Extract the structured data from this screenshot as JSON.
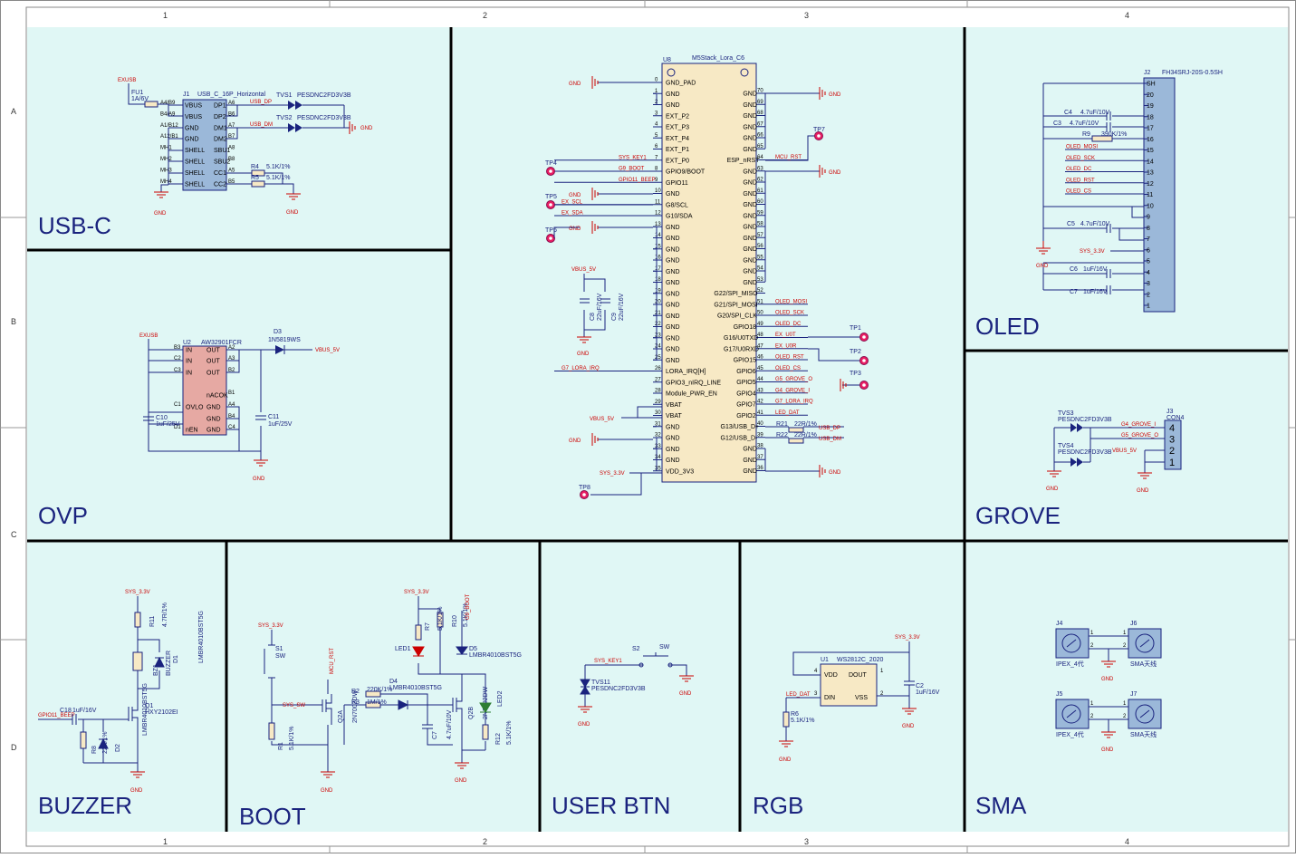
{
  "frame": {
    "columns": [
      "1",
      "2",
      "3",
      "4"
    ],
    "rows": [
      "A",
      "B",
      "C",
      "D"
    ],
    "panel_fill": "#e0f7f5",
    "line_color": "#1a237e",
    "label_color": "#1a237e",
    "net_color": "#cc0000",
    "part_fill": "#f7e9c5",
    "conn_fill": "#9bb8d9",
    "ic_fill": "#e6a9a3"
  },
  "blocks": {
    "usbc": "USB-C",
    "ovp": "OVP",
    "oled": "OLED",
    "grove": "GROVE",
    "buzzer": "BUZZER",
    "boot": "BOOT",
    "userbtn": "USER BTN",
    "rgb": "RGB",
    "sma": "SMA"
  },
  "usbc": {
    "j1_ref": "J1",
    "j1_name": "USB_C_16P_Horizontal",
    "fuse_ref": "FU1",
    "fuse_val": "1A/6V",
    "exusb": "EXUSB",
    "left_nums": [
      "A4/B9",
      "B4/A9",
      "A1/B12",
      "A12/B1",
      "MH1",
      "MH2",
      "MH3",
      "MH4"
    ],
    "left_pins": [
      "VBUS",
      "VBUS",
      "GND",
      "GND",
      "SHELL",
      "SHELL",
      "SHELL",
      "SHELL"
    ],
    "right_nums": [
      "A6",
      "B6",
      "A7",
      "B7",
      "A8",
      "B8",
      "A5",
      "B5"
    ],
    "right_pins": [
      "DP1",
      "DP2",
      "DM1",
      "DM2",
      "SBU1",
      "SBU2",
      "CC1",
      "CC2"
    ],
    "usb_dp": "USB_DP",
    "usb_dm": "USB_DM",
    "tvs1": "TVS1",
    "tvs2": "TVS2",
    "tvs_part": "PESDNC2FD3V3B",
    "r4": "R4",
    "r5": "R5",
    "r_val": "5.1K/1%",
    "gnd": "GND"
  },
  "ovp": {
    "u2_ref": "U2",
    "u2_name": "AW32901FCR",
    "exusb": "EXUSB",
    "left_nums": [
      "B3",
      "C2",
      "C3",
      "C1",
      "D1"
    ],
    "left_pins": [
      "IN",
      "IN",
      "IN",
      "OVLO",
      "nEN"
    ],
    "right_nums": [
      "A2",
      "A3",
      "B2",
      "B1",
      "A4",
      "B4",
      "C4"
    ],
    "right_pins": [
      "OUT",
      "OUT",
      "OUT",
      "nACOK",
      "GND",
      "GND",
      "GND"
    ],
    "d3_ref": "D3",
    "d3_part": "1N5819WS",
    "vbus": "VBUS_5V",
    "c10": "C10",
    "c10_val": "1uF/25V",
    "c11": "C11",
    "c11_val": "1uF/25V",
    "gnd": "GND"
  },
  "main": {
    "u8_ref": "U8",
    "u8_name": "M5Stack_Lora_C6",
    "left_pins": [
      {
        "n": "0",
        "name": "GND_PAD",
        "net": ""
      },
      {
        "n": "1",
        "name": "GND",
        "net": ""
      },
      {
        "n": "2",
        "name": "GND",
        "net": ""
      },
      {
        "n": "3",
        "name": "EXT_P2",
        "net": ""
      },
      {
        "n": "4",
        "name": "EXT_P3",
        "net": ""
      },
      {
        "n": "5",
        "name": "EXT_P4",
        "net": ""
      },
      {
        "n": "6",
        "name": "EXT_P1",
        "net": ""
      },
      {
        "n": "7",
        "name": "EXT_P0",
        "net": "SYS_KEY1"
      },
      {
        "n": "8",
        "name": "GPIO9/BOOT",
        "net": "G9_BOOT"
      },
      {
        "n": "9",
        "name": "GPIO11",
        "net": "GPIO11_BEEP"
      },
      {
        "n": "10",
        "name": "GND",
        "net": ""
      },
      {
        "n": "11",
        "name": "G8/SCL",
        "net": "EX_SCL"
      },
      {
        "n": "12",
        "name": "G10/SDA",
        "net": "EX_SDA"
      },
      {
        "n": "13",
        "name": "GND",
        "net": ""
      },
      {
        "n": "14",
        "name": "GND",
        "net": ""
      },
      {
        "n": "15",
        "name": "GND",
        "net": ""
      },
      {
        "n": "16",
        "name": "GND",
        "net": ""
      },
      {
        "n": "17",
        "name": "GND",
        "net": ""
      },
      {
        "n": "18",
        "name": "GND",
        "net": ""
      },
      {
        "n": "19",
        "name": "GND",
        "net": ""
      },
      {
        "n": "20",
        "name": "GND",
        "net": ""
      },
      {
        "n": "21",
        "name": "GND",
        "net": ""
      },
      {
        "n": "22",
        "name": "GND",
        "net": ""
      },
      {
        "n": "23",
        "name": "GND",
        "net": ""
      },
      {
        "n": "24",
        "name": "GND",
        "net": ""
      },
      {
        "n": "25",
        "name": "GND",
        "net": ""
      },
      {
        "n": "26",
        "name": "LORA_IRQ[H]",
        "net": "G7_LORA_IRQ"
      },
      {
        "n": "27",
        "name": "GPIO3_nIRQ_LINE",
        "net": ""
      },
      {
        "n": "28",
        "name": "Module_PWR_EN",
        "net": ""
      },
      {
        "n": "29",
        "name": "VBAT",
        "net": ""
      },
      {
        "n": "30",
        "name": "VBAT",
        "net": ""
      },
      {
        "n": "31",
        "name": "GND",
        "net": ""
      },
      {
        "n": "32",
        "name": "GND",
        "net": ""
      },
      {
        "n": "33",
        "name": "GND",
        "net": ""
      },
      {
        "n": "34",
        "name": "GND",
        "net": ""
      },
      {
        "n": "35",
        "name": "VDD_3V3",
        "net": ""
      }
    ],
    "right_pins": [
      {
        "n": "70",
        "name": "GND",
        "net": ""
      },
      {
        "n": "69",
        "name": "GND",
        "net": ""
      },
      {
        "n": "68",
        "name": "GND",
        "net": ""
      },
      {
        "n": "67",
        "name": "GND",
        "net": ""
      },
      {
        "n": "66",
        "name": "GND",
        "net": ""
      },
      {
        "n": "65",
        "name": "GND",
        "net": ""
      },
      {
        "n": "64",
        "name": "ESP_nRST",
        "net": "MCU_RST"
      },
      {
        "n": "63",
        "name": "GND",
        "net": ""
      },
      {
        "n": "62",
        "name": "GND",
        "net": ""
      },
      {
        "n": "61",
        "name": "GND",
        "net": ""
      },
      {
        "n": "60",
        "name": "GND",
        "net": ""
      },
      {
        "n": "59",
        "name": "GND",
        "net": ""
      },
      {
        "n": "58",
        "name": "GND",
        "net": ""
      },
      {
        "n": "57",
        "name": "GND",
        "net": ""
      },
      {
        "n": "56",
        "name": "GND",
        "net": ""
      },
      {
        "n": "55",
        "name": "GND",
        "net": ""
      },
      {
        "n": "54",
        "name": "GND",
        "net": ""
      },
      {
        "n": "53",
        "name": "GND",
        "net": ""
      },
      {
        "n": "52",
        "name": "G22/SPI_MISO",
        "net": ""
      },
      {
        "n": "51",
        "name": "G21/SPI_MOSI",
        "net": "OLED_MOSI"
      },
      {
        "n": "50",
        "name": "G20/SPI_CLK",
        "net": "OLED_SCK"
      },
      {
        "n": "49",
        "name": "GPIO18",
        "net": "OLED_DC"
      },
      {
        "n": "48",
        "name": "G16/U0TXD",
        "net": "EX_U0T"
      },
      {
        "n": "47",
        "name": "G17/U0RXD",
        "net": "EX_U0R"
      },
      {
        "n": "46",
        "name": "GPIO15",
        "net": "OLED_RST"
      },
      {
        "n": "45",
        "name": "GPIO6",
        "net": "OLED_CS"
      },
      {
        "n": "44",
        "name": "GPIO5",
        "net": "G5_GROVE_O"
      },
      {
        "n": "43",
        "name": "GPIO4",
        "net": "G4_GROVE_I"
      },
      {
        "n": "42",
        "name": "GPIO7",
        "net": "G7_LORA_IRQ"
      },
      {
        "n": "41",
        "name": "GPIO2",
        "net": "LED_DAT"
      },
      {
        "n": "40",
        "name": "G13/USB_D+",
        "net": ""
      },
      {
        "n": "39",
        "name": "G12/USB_D-",
        "net": ""
      },
      {
        "n": "38",
        "name": "GND",
        "net": ""
      },
      {
        "n": "37",
        "name": "GND",
        "net": ""
      },
      {
        "n": "36",
        "name": "GND",
        "net": ""
      }
    ],
    "tp1": "TP1",
    "tp2": "TP2",
    "tp3": "TP3",
    "tp4": "TP4",
    "tp5": "TP5",
    "tp6": "TP6",
    "tp7": "TP7",
    "tp8": "TP8",
    "vbus": "VBUS_5V",
    "sys33": "SYS_3.3V",
    "gnd": "GND",
    "c8": "C8",
    "c9": "C9",
    "c_val": "22uF/16V",
    "r21": "R21",
    "r22": "R22",
    "r_val": "22R/1%",
    "usb_dp": "USB_DP",
    "usb_dm": "USB_DM"
  },
  "oled": {
    "j2_ref": "J2",
    "j2_name": "FH34SRJ-20S-0.5SH",
    "pins": [
      "SH",
      "20",
      "19",
      "18",
      "17",
      "16",
      "15",
      "14",
      "13",
      "12",
      "11",
      "10",
      "9",
      "8",
      "7",
      "6",
      "5",
      "4",
      "3",
      "2",
      "1"
    ],
    "c4": "C4",
    "c4_val": "4.7uF/10V",
    "c3": "C3",
    "c3_val": "4.7uF/10V",
    "r9": "R9",
    "r9_val": "390K/1%",
    "nets": [
      "OLED_MOSI",
      "OLED_SCK",
      "OLED_DC",
      "OLED_RST",
      "OLED_CS"
    ],
    "c5": "C5",
    "c5_val": "4.7uF/10V",
    "sys33": "SYS_3.3V",
    "c6": "C6",
    "c6_val": "1uF/16V",
    "c7": "C7",
    "c7_val": "1uF/16V",
    "gnd": "GND"
  },
  "grove": {
    "j3_ref": "J3",
    "j3_name": "CON4",
    "pins": [
      "4",
      "3",
      "2",
      "1"
    ],
    "tvs3": "TVS3",
    "tvs4": "TVS4",
    "tvs_part": "PESDNC2FD3V3B",
    "n4": "G4_GROVE_I",
    "n5": "G5_GROVE_O",
    "vbus": "VBUS_5V",
    "gnd": "GND"
  },
  "buzzer": {
    "sys33": "SYS_3.3V",
    "r11": "R11",
    "r11_val": "4.7R/1%",
    "bz1": "BZ1",
    "bz_name": "BUZZER",
    "d1": "D1",
    "d1_part": "LMBR4010BST5G",
    "q1": "Q1",
    "q1_part": "HXY2102EI",
    "c18": "C18",
    "c18_val": "1uF/16V",
    "net": "GPIO11_BEEP",
    "r8": "R8",
    "r8_val": "22K/1%",
    "d2": "D2",
    "d2_part": "LMBR4010BST5G",
    "gnd": "GND"
  },
  "boot": {
    "sys33": "SYS_3.3V",
    "s1": "S1",
    "sw": "SW",
    "sys_sw": "SYS_SW",
    "r1": "R1",
    "r1_val": "5.1K/1%",
    "mcu_rst": "MCU_RST",
    "q2a": "Q2A",
    "q2_part": "2N7002DW",
    "r2": "R2",
    "r2_val": "220K/1%",
    "r3": "R3",
    "r3_val": "1M/1%",
    "d4": "D4",
    "d4_part": "LMBR4010BST5G",
    "c7": "C7",
    "c7_val": "4.7uF/10V",
    "led1": "LED1",
    "r7": "R7",
    "r7_val": "5.1K/1%",
    "r10": "R10",
    "r10_val": "5.1K/1%",
    "g9": "G9_BOOT",
    "d5": "D5",
    "d5_part": "LMBR4010BST5G",
    "q2b": "Q2B",
    "led2": "LED2",
    "r12": "R12",
    "r12_val": "5.1K/1%",
    "gnd": "GND"
  },
  "userbtn": {
    "s2": "S2",
    "sw": "SW",
    "net": "SYS_KEY1",
    "tvs11": "TVS11",
    "tvs_part": "PESDNC2FD3V3B",
    "gnd": "GND"
  },
  "rgb": {
    "u1": "U1",
    "u1_name": "WS2812C_2020",
    "pins": [
      "VDD",
      "DOUT",
      "DIN",
      "VSS"
    ],
    "nums": [
      "4",
      "1",
      "3",
      "2"
    ],
    "sys33": "SYS_3.3V",
    "c2": "C2",
    "c2_val": "1uF/16V",
    "net": "LED_DAT",
    "r6": "R6",
    "r6_val": "5.1K/1%",
    "gnd": "GND"
  },
  "sma": {
    "j4": "J4",
    "j5": "J5",
    "j6": "J6",
    "j7": "J7",
    "ipex": "IPEX_4代",
    "sma": "SMA天线",
    "p1": "1",
    "p2": "2",
    "gnd": "GND"
  }
}
